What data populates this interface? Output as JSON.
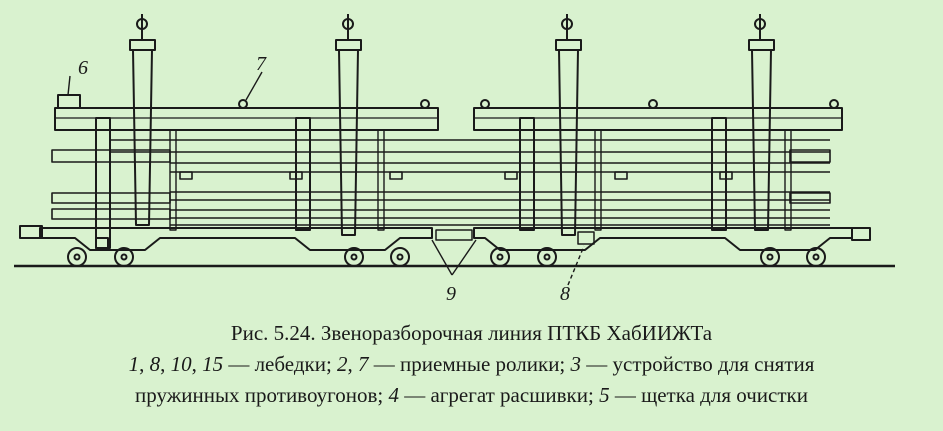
{
  "figure": {
    "labels": {
      "l6": "6",
      "l7": "7",
      "l9": "9",
      "l8": "8"
    }
  },
  "caption": {
    "title": "Рис. 5.24. Звеноразборочная линия ПТКБ ХабИИЖТа",
    "line1": {
      "n1": "1",
      "s1": ", ",
      "n2": "8",
      "s2": ", ",
      "n3": "10",
      "s3": ", ",
      "n4": "15",
      "t1": " — лебедки; ",
      "n5": "2",
      "s4": ", ",
      "n6": "7",
      "t2": " — приемные ролики; ",
      "n7": "3",
      "t3": " — устройство для снятия"
    },
    "line2": {
      "t1": "пружинных противоугонов; ",
      "n1": "4",
      "t2": " — агрегат расшивки; ",
      "n2": "5",
      "t3": " — щетка для очистки"
    }
  }
}
